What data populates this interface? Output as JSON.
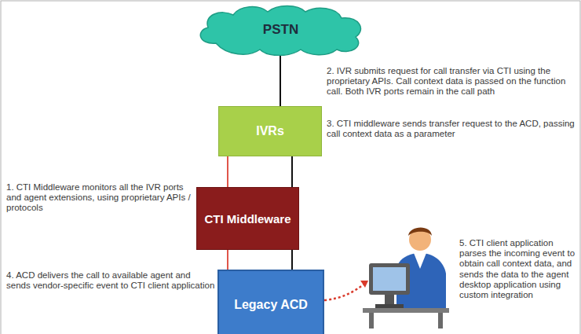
{
  "diagram": {
    "nodes": [
      {
        "text": [
          "PSTN"
        ]
      },
      {
        "text": [
          "IVRs"
        ]
      },
      {
        "text": [
          "CTI Middleware"
        ]
      },
      {
        "text": [
          "Legacy ACD"
        ]
      }
    ],
    "edges": [
      {
        "from": 0,
        "to": 1,
        "arrow": "none"
      },
      {
        "from": 1,
        "to": 2,
        "arrow": "none"
      },
      {
        "from": 2,
        "to": 3,
        "arrow": "none"
      },
      {
        "from": 1,
        "to": 3,
        "arrow": "none"
      }
    ],
    "labels": [
      "2. IVR submits request for call transfer via CTI using the proprietary APIs. Call context data is passed on the function call. Both IVR ports remain in the call path",
      "3. CTI middleware sends transfer request to the ACD, passing call context data as a parameter",
      "1. CTI Middleware monitors all the IVR ports and agent extensions, using proprietary APIs / protocols",
      "4. ACD delivers the call to available agent and sends vendor-specific event to CTI client application",
      "5. CTI client application parses the incoming event to obtain call context data, and sends the data to the agent desktop application using custom integration"
    ]
  }
}
